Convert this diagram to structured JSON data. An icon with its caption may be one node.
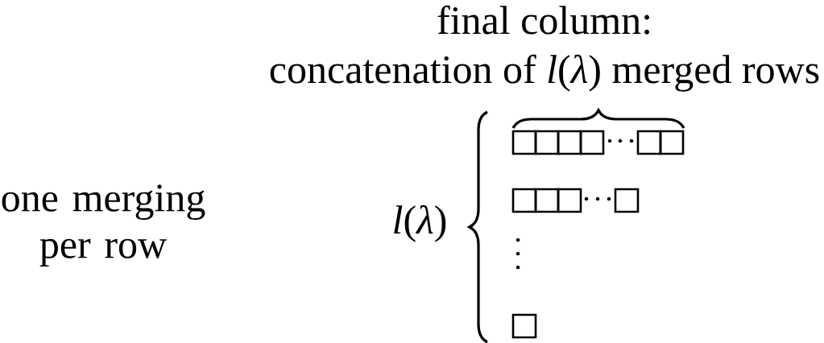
{
  "diagram": {
    "labels": [
      "final column:",
      "concatenation of *l*(*λ*) merged rows",
      "one merging per row",
      "*l*(*λ*)"
    ]
  }
}
